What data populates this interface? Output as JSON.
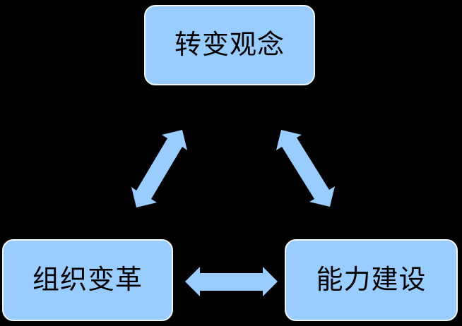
{
  "diagram": {
    "background_color": "#000000",
    "nodes": [
      {
        "id": "top",
        "label": "转变观念"
      },
      {
        "id": "bottom-left",
        "label": "组织变革"
      },
      {
        "id": "bottom-right",
        "label": "能力建设"
      }
    ],
    "connectors": [
      {
        "from": "top",
        "to": "bottom-left",
        "style": "double-headed-arrow"
      },
      {
        "from": "top",
        "to": "bottom-right",
        "style": "double-headed-arrow"
      },
      {
        "from": "bottom-left",
        "to": "bottom-right",
        "style": "double-headed-arrow"
      }
    ],
    "colors": {
      "node_fill": "#99CCFF",
      "node_border": "#F0F6FE",
      "arrow_fill": "#99CCFF",
      "text": "#000000"
    }
  }
}
